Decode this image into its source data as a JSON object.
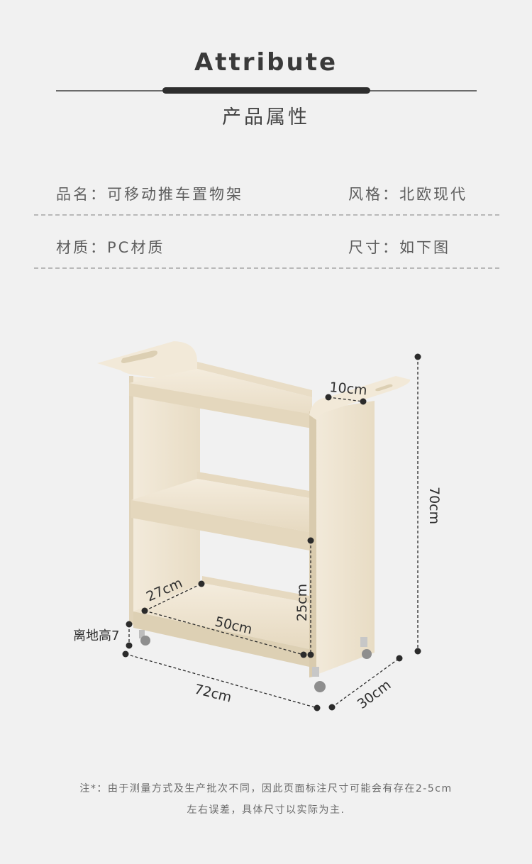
{
  "header": {
    "title_en": "Attribute",
    "title_cn": "产品属性"
  },
  "attributes": [
    {
      "left": "品名：可移动推车置物架",
      "right": "风格：北欧现代"
    },
    {
      "left": "材质：PC材质",
      "right": "尺寸：如下图"
    }
  ],
  "product_image": {
    "colors": {
      "body": "#efe6d4",
      "shade": "#e3d7bf",
      "dark": "#d6c7aa",
      "background": "#f1f1f1",
      "marker": "#2b2b2b"
    },
    "dimensions": {
      "handle_width": "10cm",
      "total_height": "70cm",
      "inner_depth": "27cm",
      "inner_width": "50cm",
      "shelf_spacing": "25cm",
      "ground_clearance": "离地高7",
      "total_length": "72cm",
      "total_depth": "30cm"
    }
  },
  "footnote": {
    "line1": "注*：由于测量方式及生产批次不同，因此页面标注尺寸可能会有存在2-5cm",
    "line2": "左右误差，具体尺寸以实际为主."
  }
}
